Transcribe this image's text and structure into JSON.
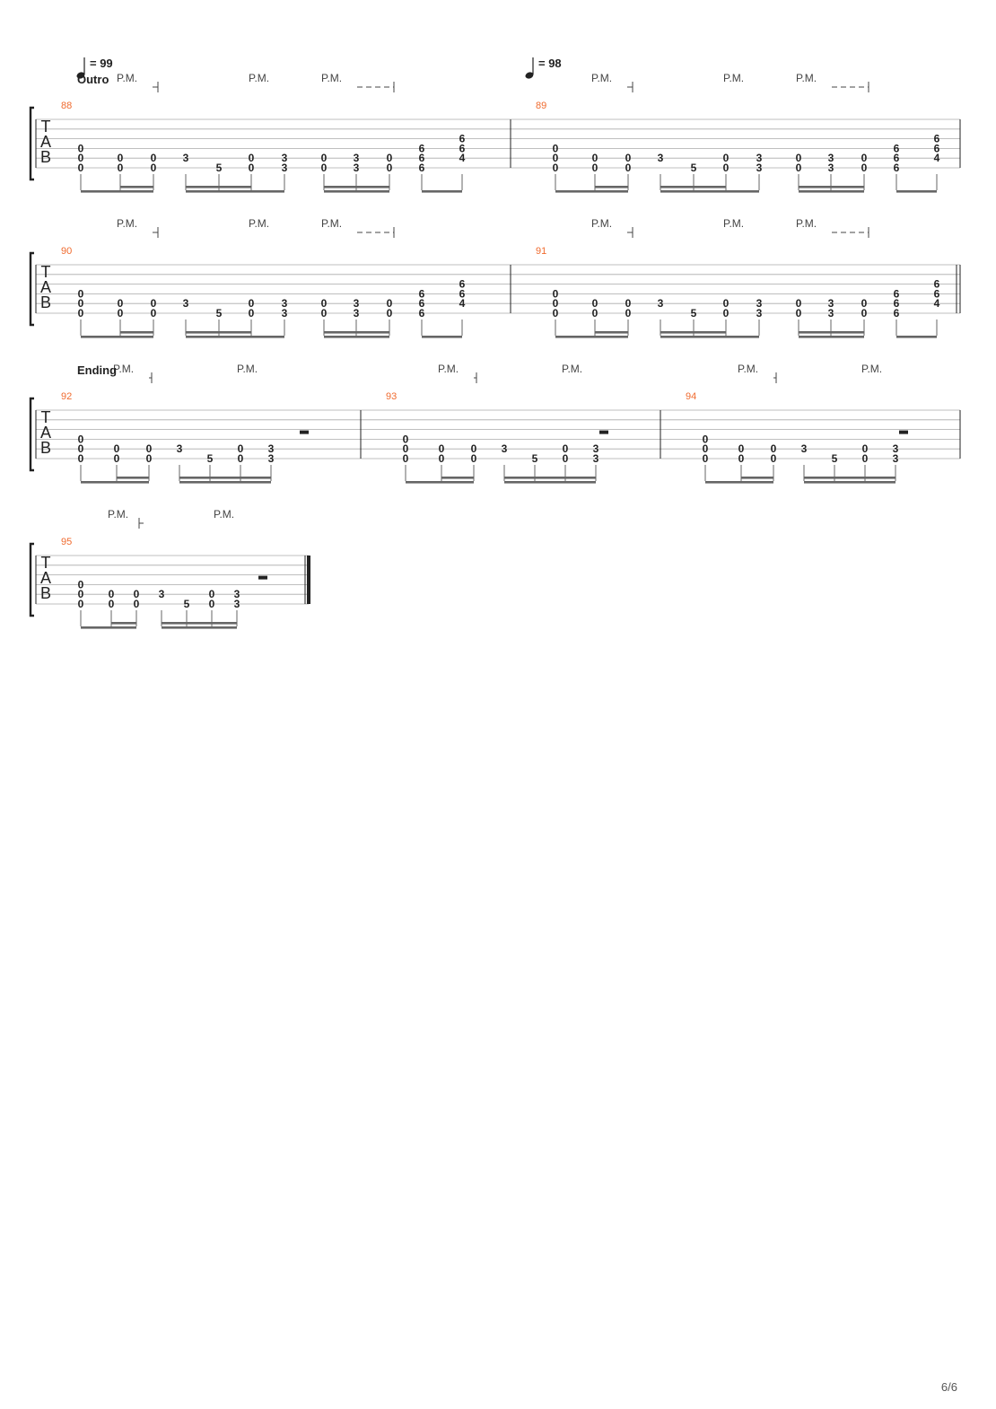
{
  "page": {
    "number": "6/6"
  },
  "colors": {
    "bar_number": "#f06b2f",
    "ink": "#222222",
    "staff_line": "#aaaaaa",
    "beam": "#666666"
  },
  "tempos": [
    {
      "bpm": "= 99"
    },
    {
      "bpm": "= 98"
    }
  ],
  "sections": [
    "Outro",
    "Ending"
  ],
  "tab_label": [
    "T",
    "A",
    "B"
  ],
  "palm_mute": "P.M.",
  "systems": [
    {
      "measures": [
        {
          "number": "88",
          "beats": [
            {
              "notes": [
                [
                  4,
                  "0"
                ],
                [
                  5,
                  "0"
                ],
                [
                  6,
                  "0"
                ]
              ]
            },
            {
              "notes": [
                [
                  5,
                  "0"
                ],
                [
                  6,
                  "0"
                ]
              ]
            },
            {
              "notes": [
                [
                  5,
                  "0"
                ],
                [
                  6,
                  "0"
                ]
              ]
            },
            {
              "notes": [
                [
                  5,
                  "3"
                ]
              ]
            },
            {
              "notes": [
                [
                  6,
                  "5"
                ]
              ]
            },
            {
              "notes": [
                [
                  5,
                  "0"
                ],
                [
                  6,
                  "0"
                ]
              ]
            },
            {
              "notes": [
                [
                  5,
                  "3"
                ],
                [
                  6,
                  "3"
                ]
              ]
            },
            {
              "notes": [
                [
                  5,
                  "0"
                ],
                [
                  6,
                  "0"
                ]
              ]
            },
            {
              "notes": [
                [
                  5,
                  "3"
                ],
                [
                  6,
                  "3"
                ]
              ]
            },
            {
              "notes": [
                [
                  5,
                  "0"
                ],
                [
                  6,
                  "0"
                ]
              ]
            },
            {
              "notes": [
                [
                  4,
                  "6"
                ],
                [
                  5,
                  "6"
                ],
                [
                  6,
                  "6"
                ]
              ]
            },
            {
              "notes": [
                [
                  3,
                  "6"
                ],
                [
                  4,
                  "6"
                ],
                [
                  5,
                  "4"
                ]
              ]
            }
          ]
        },
        {
          "number": "89",
          "beats": [
            {
              "notes": [
                [
                  4,
                  "0"
                ],
                [
                  5,
                  "0"
                ],
                [
                  6,
                  "0"
                ]
              ]
            },
            {
              "notes": [
                [
                  5,
                  "0"
                ],
                [
                  6,
                  "0"
                ]
              ]
            },
            {
              "notes": [
                [
                  5,
                  "0"
                ],
                [
                  6,
                  "0"
                ]
              ]
            },
            {
              "notes": [
                [
                  5,
                  "3"
                ]
              ]
            },
            {
              "notes": [
                [
                  6,
                  "5"
                ]
              ]
            },
            {
              "notes": [
                [
                  5,
                  "0"
                ],
                [
                  6,
                  "0"
                ]
              ]
            },
            {
              "notes": [
                [
                  5,
                  "3"
                ],
                [
                  6,
                  "3"
                ]
              ]
            },
            {
              "notes": [
                [
                  5,
                  "0"
                ],
                [
                  6,
                  "0"
                ]
              ]
            },
            {
              "notes": [
                [
                  5,
                  "3"
                ],
                [
                  6,
                  "3"
                ]
              ]
            },
            {
              "notes": [
                [
                  5,
                  "0"
                ],
                [
                  6,
                  "0"
                ]
              ]
            },
            {
              "notes": [
                [
                  4,
                  "6"
                ],
                [
                  5,
                  "6"
                ],
                [
                  6,
                  "6"
                ]
              ]
            },
            {
              "notes": [
                [
                  3,
                  "6"
                ],
                [
                  4,
                  "6"
                ],
                [
                  5,
                  "4"
                ]
              ]
            }
          ]
        }
      ]
    },
    {
      "measures": [
        {
          "number": "90",
          "beats": [
            {
              "notes": [
                [
                  4,
                  "0"
                ],
                [
                  5,
                  "0"
                ],
                [
                  6,
                  "0"
                ]
              ]
            },
            {
              "notes": [
                [
                  5,
                  "0"
                ],
                [
                  6,
                  "0"
                ]
              ]
            },
            {
              "notes": [
                [
                  5,
                  "0"
                ],
                [
                  6,
                  "0"
                ]
              ]
            },
            {
              "notes": [
                [
                  5,
                  "3"
                ]
              ]
            },
            {
              "notes": [
                [
                  6,
                  "5"
                ]
              ]
            },
            {
              "notes": [
                [
                  5,
                  "0"
                ],
                [
                  6,
                  "0"
                ]
              ]
            },
            {
              "notes": [
                [
                  5,
                  "3"
                ],
                [
                  6,
                  "3"
                ]
              ]
            },
            {
              "notes": [
                [
                  5,
                  "0"
                ],
                [
                  6,
                  "0"
                ]
              ]
            },
            {
              "notes": [
                [
                  5,
                  "3"
                ],
                [
                  6,
                  "3"
                ]
              ]
            },
            {
              "notes": [
                [
                  5,
                  "0"
                ],
                [
                  6,
                  "0"
                ]
              ]
            },
            {
              "notes": [
                [
                  4,
                  "6"
                ],
                [
                  5,
                  "6"
                ],
                [
                  6,
                  "6"
                ]
              ]
            },
            {
              "notes": [
                [
                  3,
                  "6"
                ],
                [
                  4,
                  "6"
                ],
                [
                  5,
                  "4"
                ]
              ]
            }
          ]
        },
        {
          "number": "91",
          "beats": [
            {
              "notes": [
                [
                  4,
                  "0"
                ],
                [
                  5,
                  "0"
                ],
                [
                  6,
                  "0"
                ]
              ]
            },
            {
              "notes": [
                [
                  5,
                  "0"
                ],
                [
                  6,
                  "0"
                ]
              ]
            },
            {
              "notes": [
                [
                  5,
                  "0"
                ],
                [
                  6,
                  "0"
                ]
              ]
            },
            {
              "notes": [
                [
                  5,
                  "3"
                ]
              ]
            },
            {
              "notes": [
                [
                  6,
                  "5"
                ]
              ]
            },
            {
              "notes": [
                [
                  5,
                  "0"
                ],
                [
                  6,
                  "0"
                ]
              ]
            },
            {
              "notes": [
                [
                  5,
                  "3"
                ],
                [
                  6,
                  "3"
                ]
              ]
            },
            {
              "notes": [
                [
                  5,
                  "0"
                ],
                [
                  6,
                  "0"
                ]
              ]
            },
            {
              "notes": [
                [
                  5,
                  "3"
                ],
                [
                  6,
                  "3"
                ]
              ]
            },
            {
              "notes": [
                [
                  5,
                  "0"
                ],
                [
                  6,
                  "0"
                ]
              ]
            },
            {
              "notes": [
                [
                  4,
                  "6"
                ],
                [
                  5,
                  "6"
                ],
                [
                  6,
                  "6"
                ]
              ]
            },
            {
              "notes": [
                [
                  3,
                  "6"
                ],
                [
                  4,
                  "6"
                ],
                [
                  5,
                  "4"
                ]
              ]
            }
          ]
        }
      ]
    },
    {
      "measures": [
        {
          "number": "92",
          "beats": [
            {
              "notes": [
                [
                  4,
                  "0"
                ],
                [
                  5,
                  "0"
                ],
                [
                  6,
                  "0"
                ]
              ]
            },
            {
              "notes": [
                [
                  5,
                  "0"
                ],
                [
                  6,
                  "0"
                ]
              ]
            },
            {
              "notes": [
                [
                  5,
                  "0"
                ],
                [
                  6,
                  "0"
                ]
              ]
            },
            {
              "notes": [
                [
                  5,
                  "3"
                ]
              ]
            },
            {
              "notes": [
                [
                  6,
                  "5"
                ]
              ]
            },
            {
              "notes": [
                [
                  5,
                  "0"
                ],
                [
                  6,
                  "0"
                ]
              ]
            },
            {
              "notes": [
                [
                  5,
                  "3"
                ],
                [
                  6,
                  "3"
                ]
              ]
            }
          ]
        },
        {
          "number": "93",
          "beats": [
            {
              "notes": [
                [
                  4,
                  "0"
                ],
                [
                  5,
                  "0"
                ],
                [
                  6,
                  "0"
                ]
              ]
            },
            {
              "notes": [
                [
                  5,
                  "0"
                ],
                [
                  6,
                  "0"
                ]
              ]
            },
            {
              "notes": [
                [
                  5,
                  "0"
                ],
                [
                  6,
                  "0"
                ]
              ]
            },
            {
              "notes": [
                [
                  5,
                  "3"
                ]
              ]
            },
            {
              "notes": [
                [
                  6,
                  "5"
                ]
              ]
            },
            {
              "notes": [
                [
                  5,
                  "0"
                ],
                [
                  6,
                  "0"
                ]
              ]
            },
            {
              "notes": [
                [
                  5,
                  "3"
                ],
                [
                  6,
                  "3"
                ]
              ]
            }
          ]
        },
        {
          "number": "94",
          "beats": [
            {
              "notes": [
                [
                  4,
                  "0"
                ],
                [
                  5,
                  "0"
                ],
                [
                  6,
                  "0"
                ]
              ]
            },
            {
              "notes": [
                [
                  5,
                  "0"
                ],
                [
                  6,
                  "0"
                ]
              ]
            },
            {
              "notes": [
                [
                  5,
                  "0"
                ],
                [
                  6,
                  "0"
                ]
              ]
            },
            {
              "notes": [
                [
                  5,
                  "3"
                ]
              ]
            },
            {
              "notes": [
                [
                  6,
                  "5"
                ]
              ]
            },
            {
              "notes": [
                [
                  5,
                  "0"
                ],
                [
                  6,
                  "0"
                ]
              ]
            },
            {
              "notes": [
                [
                  5,
                  "3"
                ],
                [
                  6,
                  "3"
                ]
              ]
            }
          ]
        }
      ]
    },
    {
      "measures": [
        {
          "number": "95",
          "beats": [
            {
              "notes": [
                [
                  4,
                  "0"
                ],
                [
                  5,
                  "0"
                ],
                [
                  6,
                  "0"
                ]
              ]
            },
            {
              "notes": [
                [
                  5,
                  "0"
                ],
                [
                  6,
                  "0"
                ]
              ]
            },
            {
              "notes": [
                [
                  5,
                  "0"
                ],
                [
                  6,
                  "0"
                ]
              ]
            },
            {
              "notes": [
                [
                  5,
                  "3"
                ]
              ]
            },
            {
              "notes": [
                [
                  6,
                  "5"
                ]
              ]
            },
            {
              "notes": [
                [
                  5,
                  "0"
                ],
                [
                  6,
                  "0"
                ]
              ]
            },
            {
              "notes": [
                [
                  5,
                  "3"
                ],
                [
                  6,
                  "3"
                ]
              ]
            }
          ]
        }
      ]
    }
  ]
}
